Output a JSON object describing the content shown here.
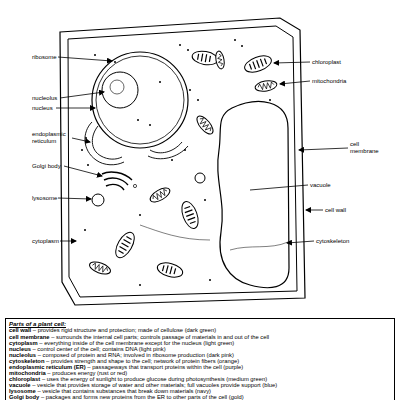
{
  "diagram": {
    "nodes": [
      {
        "text": [
          "Parts of a plant cell:",
          "cell wall",
          "– provides rigid structure and protection; made of cellulose (dark green)",
          "cell membrane",
          "– surrounds the internal cell parts; controls passage of materials in and out of the cell",
          "cytoplasm",
          "– everything inside of the cell membrane except for the nucleus (light green)",
          "nucleus",
          "– control center of the cell; contains DNA (light pink)",
          "nucleolus",
          "– composed of protein and RNA; involved in ribosome production (dark pink)",
          "cytoskeleton",
          "– provides strength and shape to the cell; network of protein fibers (orange)",
          "endoplasmic reticulum (ER)",
          "– passageways that transport proteins within the cell (purple)",
          "mitochondria",
          "– produces energy (rust or red)",
          "chloroplast",
          "– uses the energy of sunlight to produce glucose during photosynthesis (medium green)",
          "vacuole",
          "– vesicle that provides storage of water and other materials; full vacuoles provide support (blue)",
          "lysosome",
          "– vesicle that contains substances that break down materials (navy)",
          "Golgi body",
          "– packages and forms new proteins from the ER to other parts of the cell (gold)"
        ]
      }
    ],
    "labels": [
      "ribosome",
      "chloroplast",
      "mitochondria",
      "nucleolus",
      "nucleus",
      "endoplasmic reticulum",
      "cell membrane",
      "Golgi body",
      "vacuole",
      "lysosome",
      "cell wall",
      "cytoplasm",
      "cytoskeleton"
    ]
  }
}
